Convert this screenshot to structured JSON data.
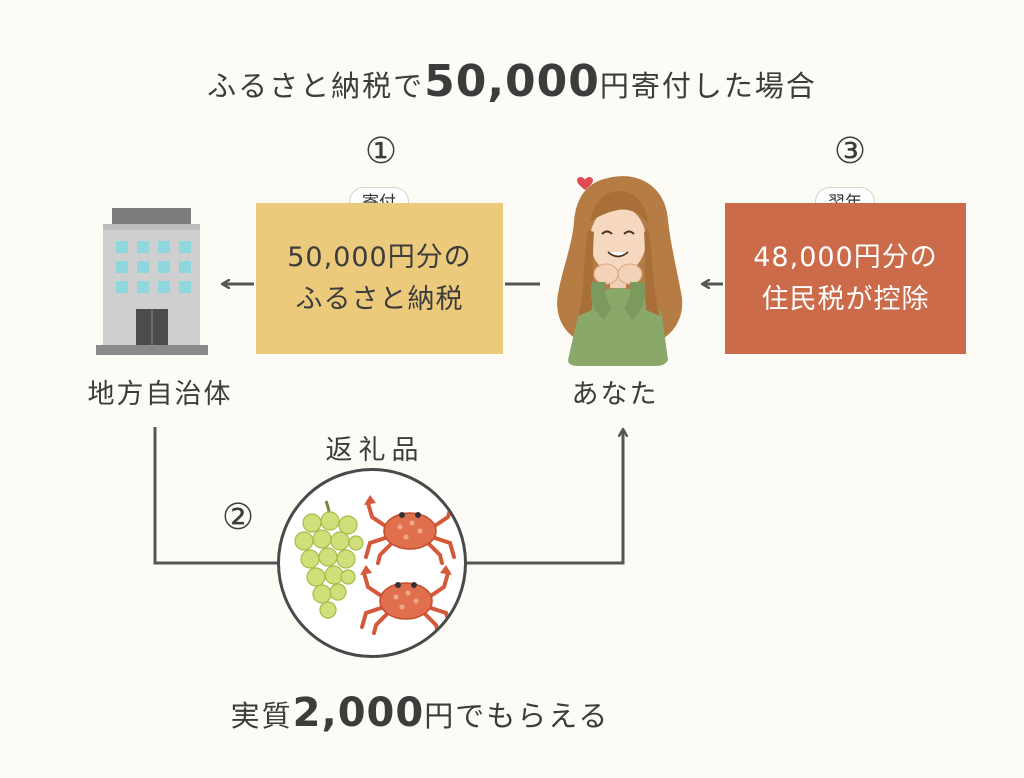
{
  "title": {
    "prefix": "ふるさと納税で",
    "amount": "50,000",
    "suffix": "円寄付した場合"
  },
  "steps": {
    "one": "①",
    "two": "②",
    "three": "③"
  },
  "tags": {
    "donation": "寄付",
    "next_year": "翌年"
  },
  "donation_box": {
    "line1": "50,000円分の",
    "line2": "ふるさと納税"
  },
  "deduction_box": {
    "line1": "48,000円分の",
    "line2": "住民税が控除"
  },
  "nodes": {
    "municipality": "地方自治体",
    "you": "あなた",
    "gifts": "返礼品"
  },
  "bottom": {
    "prefix": "実質",
    "amount": "2,000",
    "suffix": "円でもらえる"
  },
  "colors": {
    "background": "#fcfbf6",
    "donation_box": "#ecca7b",
    "deduction_box": "#cc6b4a",
    "line": "#555555"
  },
  "icons": {
    "building": "office-building-icon",
    "person": "woman-hands-clasped-icon",
    "grapes": "grapes-icon",
    "crab": "crab-icon",
    "heart": "heart-icon"
  }
}
